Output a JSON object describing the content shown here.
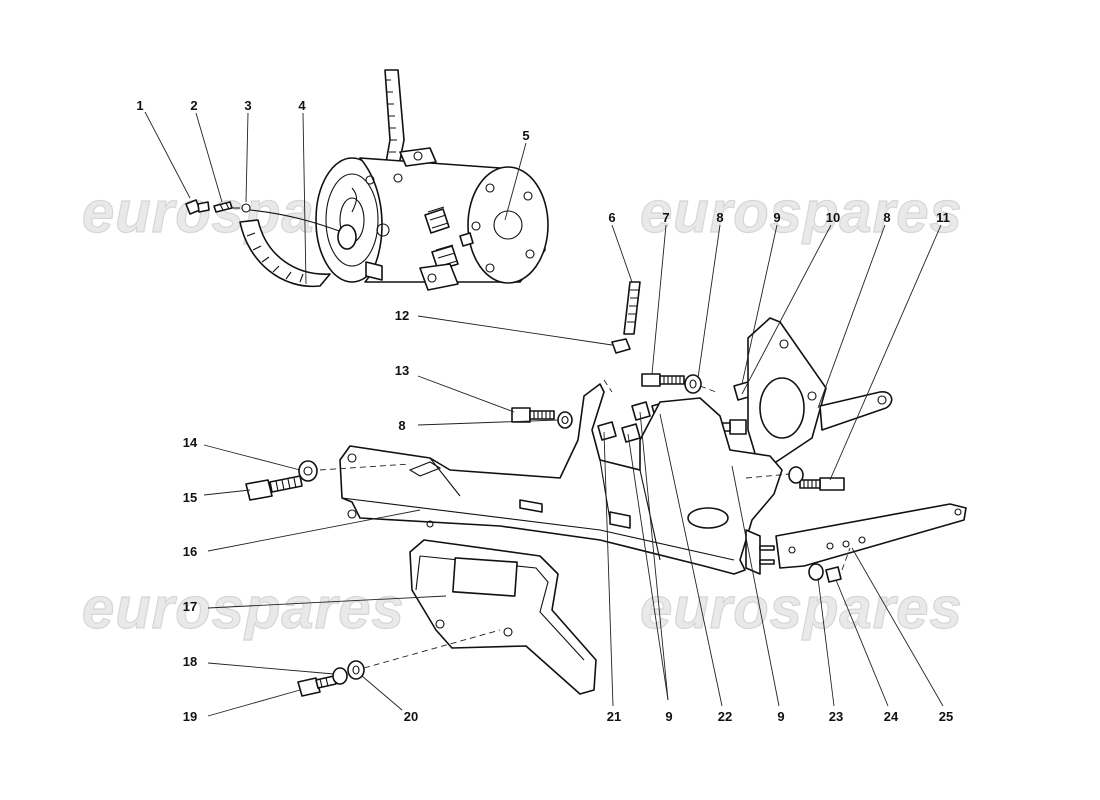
{
  "watermark": {
    "text": "eurospares"
  },
  "callouts": [
    "1",
    "2",
    "3",
    "4",
    "5",
    "6",
    "7",
    "8",
    "9",
    "10",
    "8",
    "11",
    "12",
    "13",
    "8",
    "14",
    "15",
    "16",
    "17",
    "18",
    "19",
    "20",
    "21",
    "9",
    "22",
    "9",
    "23",
    "24",
    "25"
  ]
}
